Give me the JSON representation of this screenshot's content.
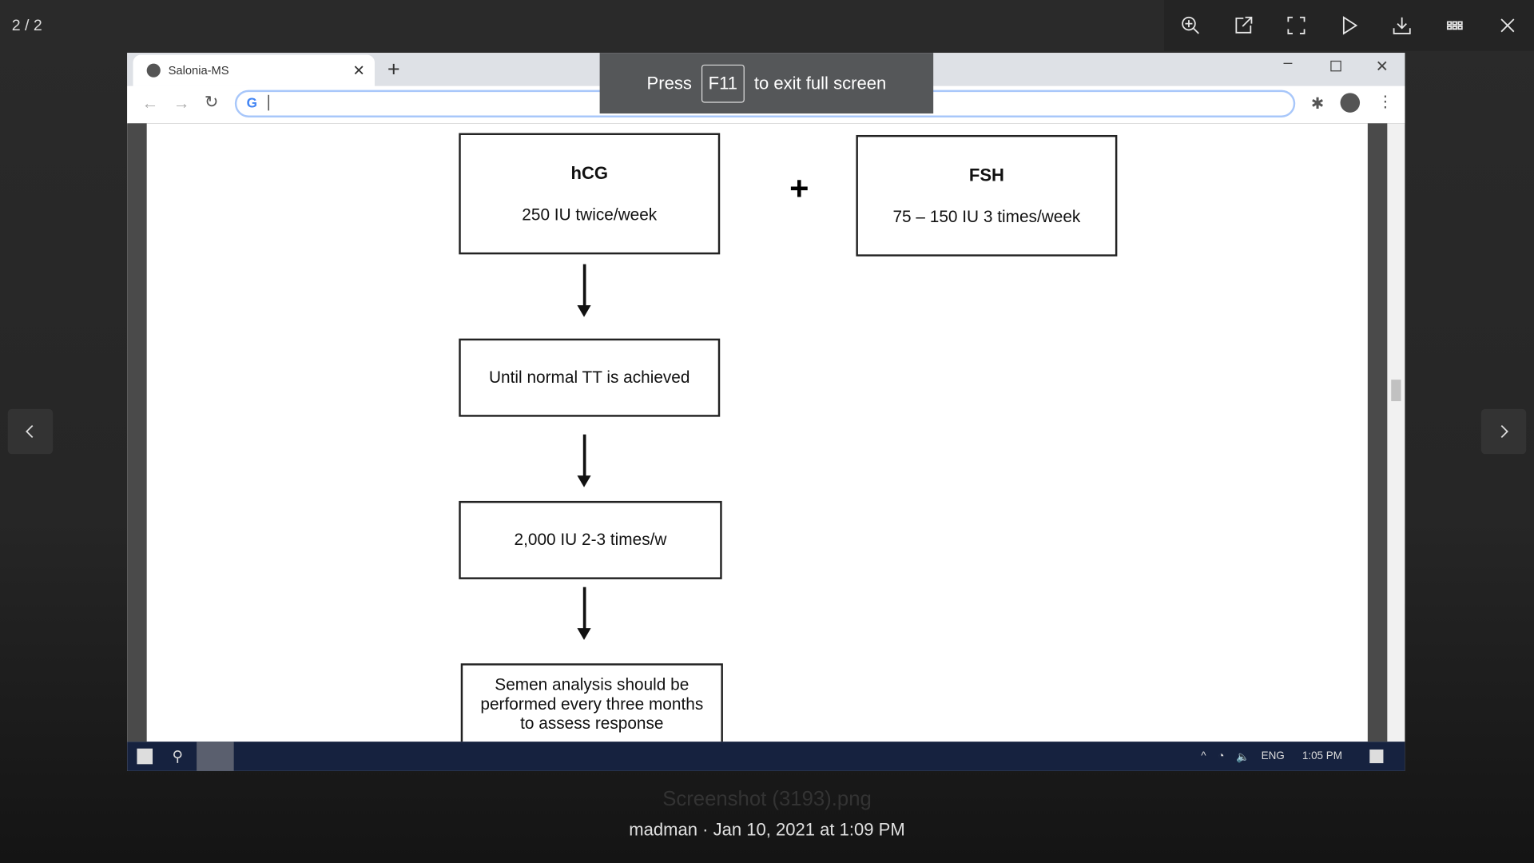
{
  "viewer": {
    "counter": "2 / 2",
    "file_name": "Screenshot (3193).png",
    "meta": "madman · Jan 10, 2021 at 1:09 PM"
  },
  "browser": {
    "tab_title": "Salonia-MS",
    "address": "",
    "fullscreen_msg": {
      "press": "Press",
      "key": "F11",
      "rest": "to exit full screen"
    }
  },
  "flowchart": {
    "hcg": {
      "title": "hCG",
      "dose": "250 IU twice/week"
    },
    "plus": "+",
    "fsh": {
      "title": "FSH",
      "dose": "75 – 150 IU 3 times/week"
    },
    "step2": "Until normal TT is achieved",
    "step3": "2,000 IU 2-3 times/w",
    "step4": "Semen analysis should be performed every three months to assess response"
  },
  "taskbar": {
    "lang": "ENG",
    "time": "1:05 PM"
  }
}
